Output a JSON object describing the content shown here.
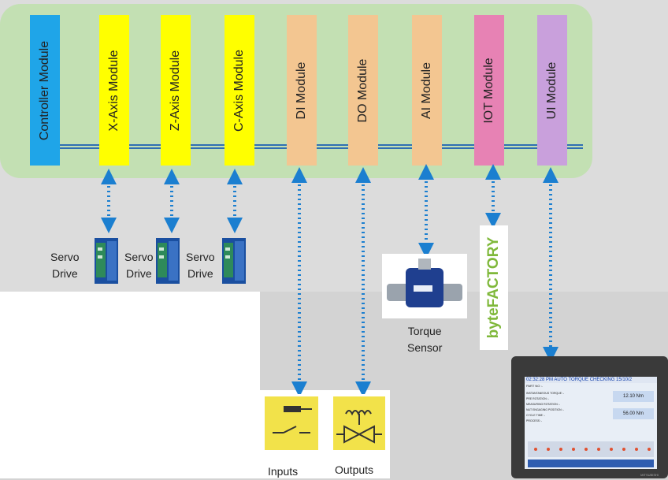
{
  "modules": [
    {
      "label": "Controller Module",
      "color": "#1fa5e8"
    },
    {
      "label": "X-Axis Module",
      "color": "#ffff00"
    },
    {
      "label": "Z-Axis Module",
      "color": "#ffff00"
    },
    {
      "label": "C-Axis Module",
      "color": "#ffff00"
    },
    {
      "label": "DI Module",
      "color": "#f3c691"
    },
    {
      "label": "DO Module",
      "color": "#f3c691"
    },
    {
      "label": "AI Module",
      "color": "#f3c691"
    },
    {
      "label": "IOT Module",
      "color": "#e782b4"
    },
    {
      "label": "UI Module",
      "color": "#c9a0dc"
    }
  ],
  "devices": {
    "servo1": {
      "line1": "Servo",
      "line2": "Drive"
    },
    "servo2": {
      "line1": "Servo",
      "line2": "Drive"
    },
    "servo3": {
      "line1": "Servo",
      "line2": "Drive"
    },
    "torque": {
      "line1": "Torque",
      "line2": "Sensor"
    },
    "inputs": "Inputs",
    "outputs": "Outputs",
    "iot_logo": "byteFACTORY"
  },
  "hmi": {
    "title": "02:32:28 PM AUTO TORQUE CHECKING 15/10/2",
    "part_no": "PART NO :-",
    "rows": [
      "INSTANTANEOUS TORQUE :-",
      "PRE ROTATION :-",
      "MEASURING ROTATION :-",
      "NUT ENGAGING POSITION :-",
      "CYCLE TIME :-"
    ],
    "process": "PROCESS :-",
    "value1": "12.10 Nm",
    "value2": "56.00 Nm",
    "brand": "MITSUBISHI"
  },
  "colors": {
    "bus": "#c3e0b3",
    "arrow": "#1b7fd0"
  }
}
